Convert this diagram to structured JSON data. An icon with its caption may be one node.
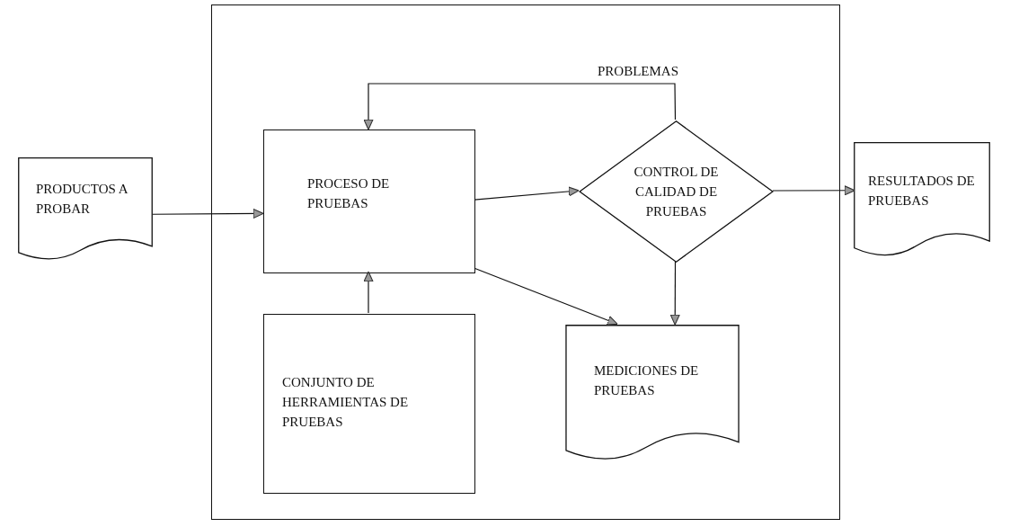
{
  "diagram": {
    "nodes": [
      {
        "text": [],
        "shape": "box"
      },
      {
        "text": [
          "PRODUCTOS A PROBAR"
        ]
      },
      {
        "text": [
          "PROCESO DE PRUEBAS"
        ],
        "in": 0
      },
      {
        "text": [
          "CONTROL DE CALIDAD DE PRUEBAS"
        ],
        "in": 0
      },
      {
        "text": [
          "RESULTADOS DE PRUEBAS"
        ]
      },
      {
        "text": [
          "CONJUNTO DE HERRAMIENTAS DE PRUEBAS"
        ],
        "in": 0
      },
      {
        "text": [
          "MEDICIONES DE PRUEBAS"
        ],
        "in": 0
      }
    ],
    "edges": [
      {
        "from": 1,
        "to": 2,
        "arrow": "to"
      },
      {
        "from": 2,
        "to": 3,
        "arrow": "to"
      },
      {
        "from": 3,
        "to": 4,
        "arrow": "to"
      },
      {
        "from": 5,
        "to": 2,
        "arrow": "to"
      },
      {
        "from": 2,
        "to": 6,
        "arrow": "to"
      },
      {
        "from": 3,
        "to": 6,
        "arrow": "to"
      },
      {
        "from": 3,
        "to": 2,
        "arrow": "to",
        "label": "PROBLEMAS"
      }
    ]
  }
}
